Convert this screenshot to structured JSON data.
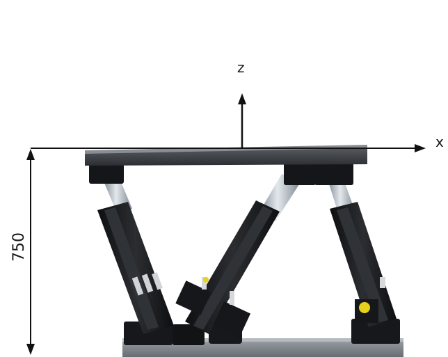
{
  "diagram": {
    "axes": {
      "z_label": "z",
      "x_label": "x"
    },
    "dimension": {
      "height_value": "750"
    },
    "object": "hexapod-motion-platform",
    "colors": {
      "top_plate": "#4a4d52",
      "actuator_body": "#1c1d20",
      "piston": "#b9c2cb",
      "base_plate": "#6e7278",
      "accent_yellow": "#e6d21a",
      "annotation": "#111111"
    }
  }
}
